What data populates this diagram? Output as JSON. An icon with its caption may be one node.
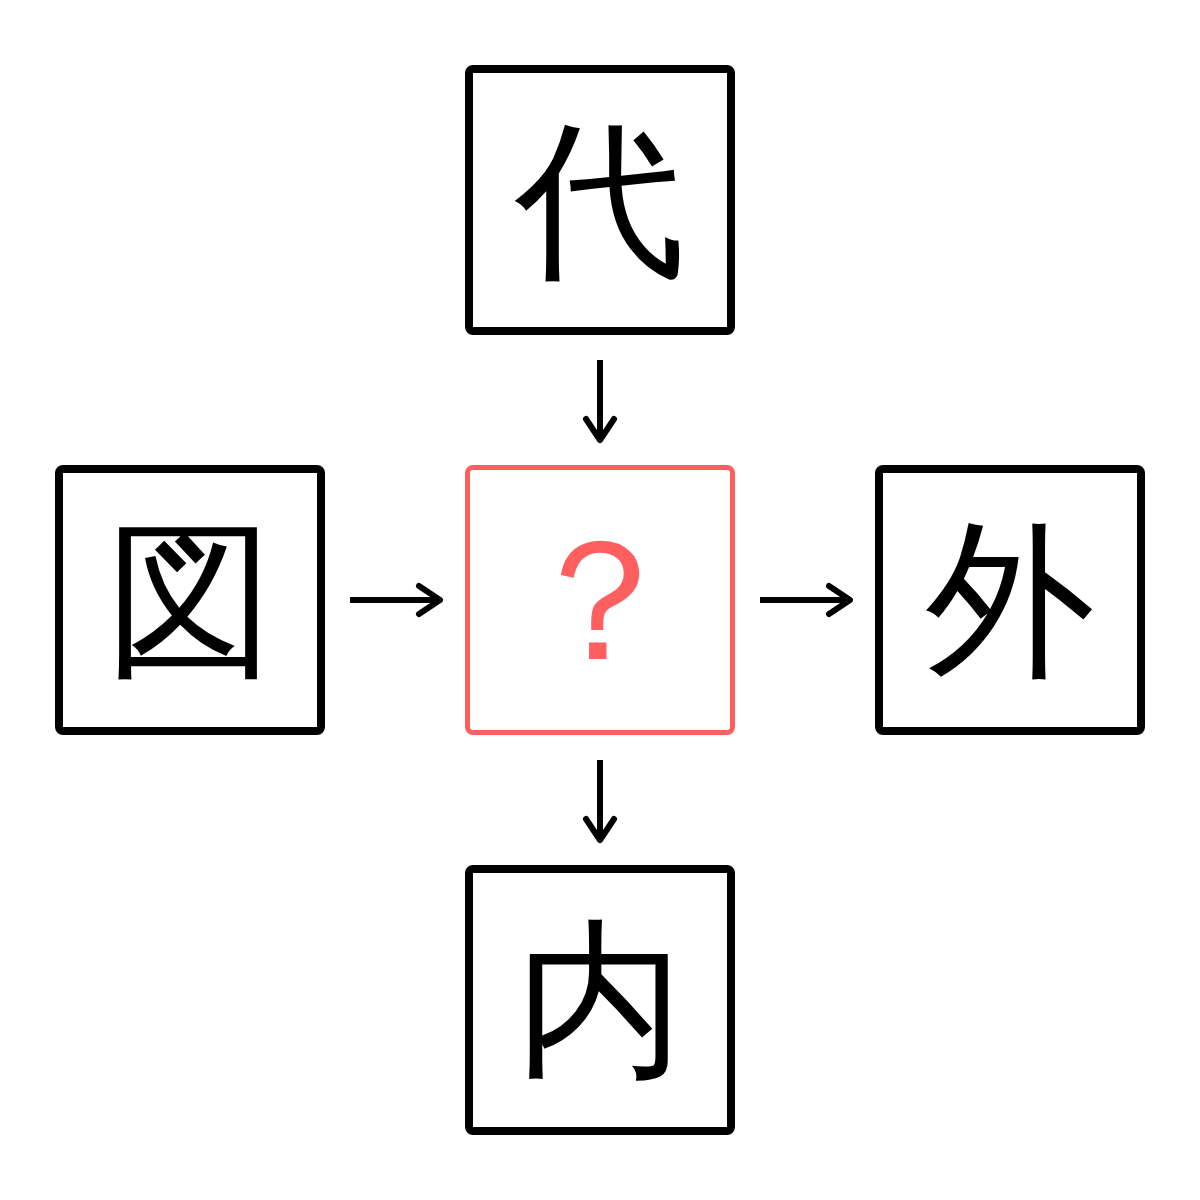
{
  "diagram": {
    "nodes": [
      {
        "text": [
          "代"
        ]
      },
      {
        "text": [
          "図"
        ]
      },
      {
        "text": [
          "？"
        ]
      },
      {
        "text": [
          "外"
        ]
      },
      {
        "text": [
          "内"
        ]
      }
    ],
    "edges": [
      {
        "from": 0,
        "to": 2,
        "arrow": "to"
      },
      {
        "from": 1,
        "to": 2,
        "arrow": "to"
      },
      {
        "from": 2,
        "to": 3,
        "arrow": "to"
      },
      {
        "from": 2,
        "to": 4,
        "arrow": "to"
      }
    ]
  }
}
